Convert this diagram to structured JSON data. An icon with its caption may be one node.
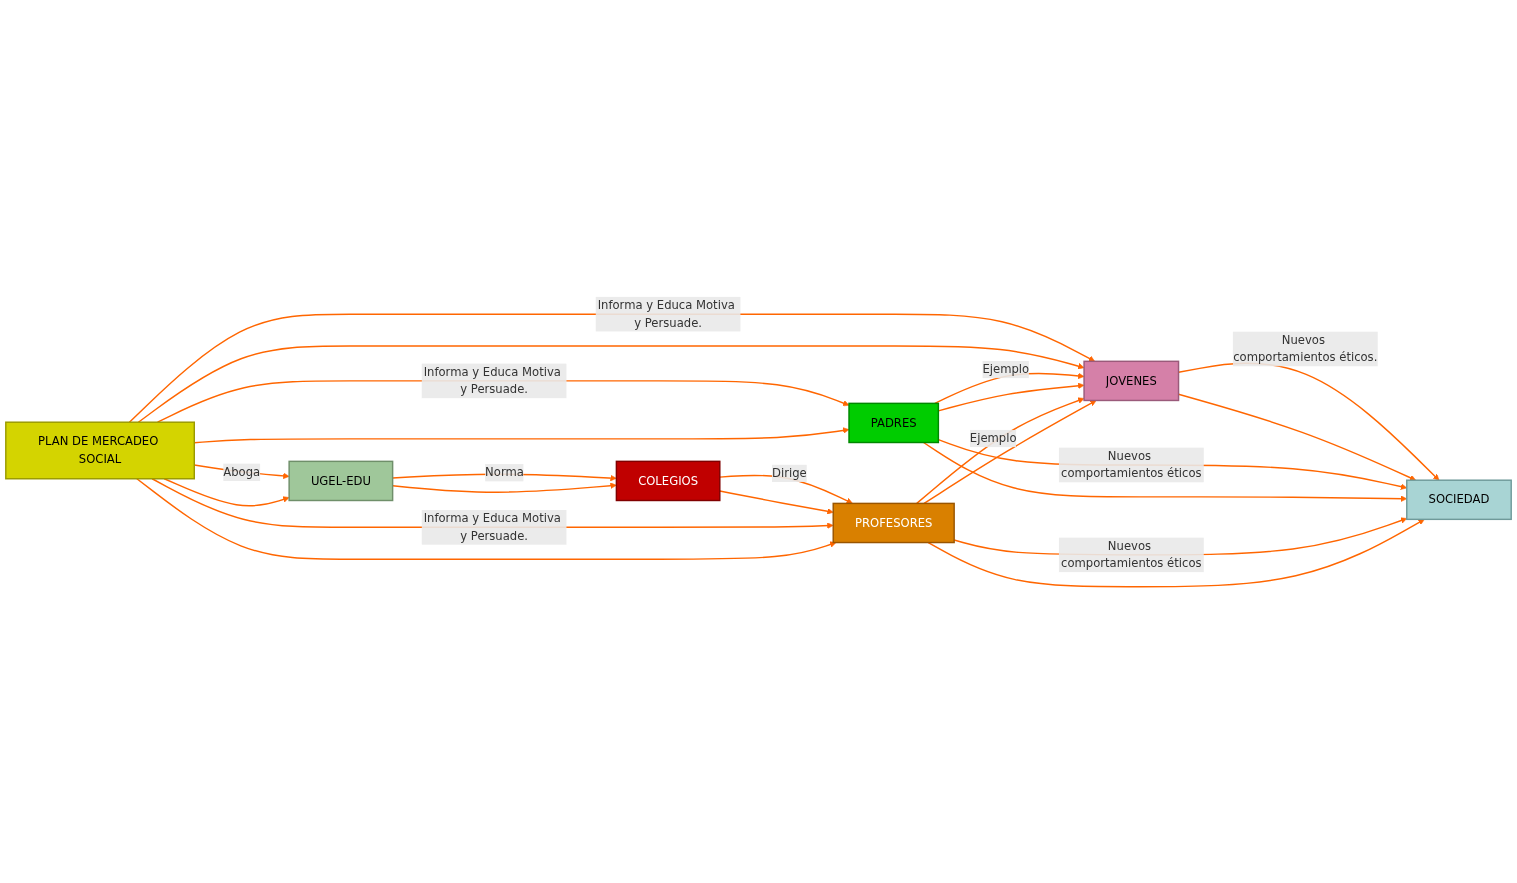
{
  "diagram": {
    "nodes": [
      {
        "text": [
          "PLAN DE MERCADEO SOCIAL"
        ]
      },
      {
        "text": [
          "JOVENES"
        ]
      },
      {
        "text": [
          "PADRES"
        ]
      },
      {
        "text": [
          "UGEL-EDU"
        ]
      },
      {
        "text": [
          "COLEGIOS"
        ]
      },
      {
        "text": [
          "PROFESORES"
        ]
      },
      {
        "text": [
          "SOCIEDAD"
        ]
      }
    ],
    "edges": [
      {
        "from": 0,
        "to": 1,
        "arrow": "to",
        "label": "Informa y Educa Motiva y Persuade."
      },
      {
        "from": 0,
        "to": 1,
        "arrow": "to"
      },
      {
        "from": 0,
        "to": 2,
        "arrow": "to",
        "label": "Informa y Educa Motiva y Persuade."
      },
      {
        "from": 0,
        "to": 2,
        "arrow": "to"
      },
      {
        "from": 0,
        "to": 3,
        "arrow": "to",
        "label": "Aboga"
      },
      {
        "from": 0,
        "to": 3,
        "arrow": "to"
      },
      {
        "from": 3,
        "to": 4,
        "arrow": "to",
        "label": "Norma"
      },
      {
        "from": 3,
        "to": 4,
        "arrow": "to"
      },
      {
        "from": 4,
        "to": 5,
        "arrow": "to",
        "label": "Dirige"
      },
      {
        "from": 4,
        "to": 5,
        "arrow": "to"
      },
      {
        "from": 0,
        "to": 5,
        "arrow": "to",
        "label": "Informa y Educa Motiva y Persuade."
      },
      {
        "from": 0,
        "to": 5,
        "arrow": "to"
      },
      {
        "from": 2,
        "to": 1,
        "arrow": "to",
        "label": "Ejemplo"
      },
      {
        "from": 2,
        "to": 1,
        "arrow": "to"
      },
      {
        "from": 5,
        "to": 1,
        "arrow": "to",
        "label": "Ejemplo"
      },
      {
        "from": 5,
        "to": 1,
        "arrow": "to"
      },
      {
        "from": 1,
        "to": 6,
        "arrow": "to",
        "label": "Nuevos comportamientos éticos."
      },
      {
        "from": 1,
        "to": 6,
        "arrow": "to"
      },
      {
        "from": 2,
        "to": 6,
        "arrow": "to",
        "label": "Nuevos comportamientos éticos"
      },
      {
        "from": 2,
        "to": 6,
        "arrow": "to"
      },
      {
        "from": 5,
        "to": 6,
        "arrow": "to",
        "label": "Nuevos comportamientos éticos"
      },
      {
        "from": 5,
        "to": 6,
        "arrow": "to"
      }
    ]
  }
}
